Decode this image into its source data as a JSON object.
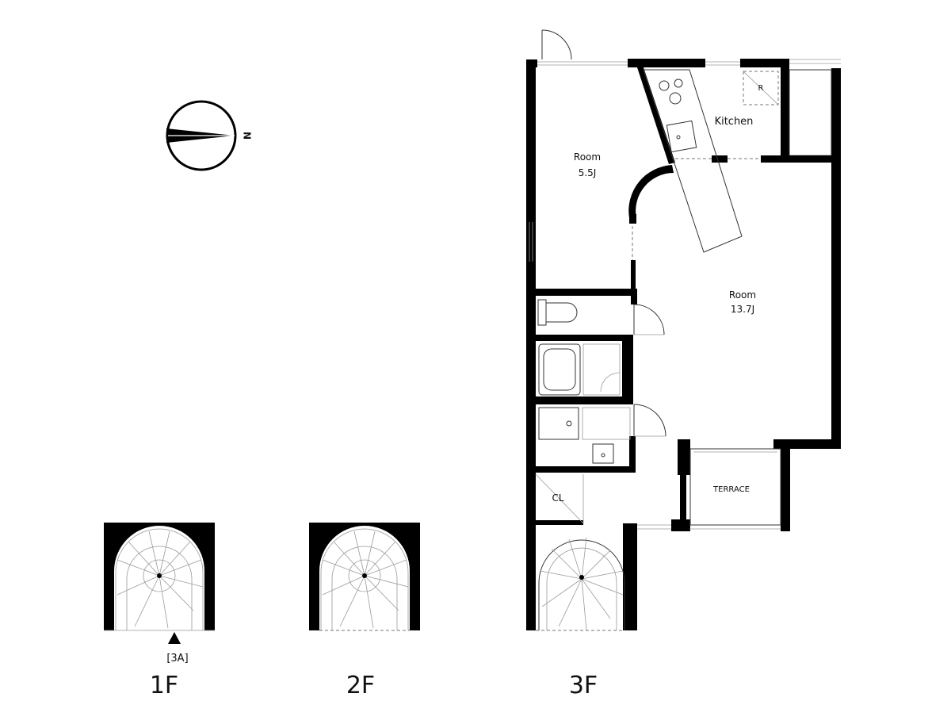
{
  "compass": {
    "north_label": "N",
    "icon": "north-arrow-icon"
  },
  "rooms": {
    "room_small": {
      "name": "Room",
      "size": "5.5J"
    },
    "kitchen": {
      "name": "Kitchen",
      "fridge_mark": "R"
    },
    "room_large": {
      "name": "Room",
      "size": "13.7J"
    },
    "closet": {
      "name": "CL"
    },
    "terrace": {
      "name": "TERRACE"
    }
  },
  "floors": [
    {
      "label": "1F",
      "entrance_label": "[3A]"
    },
    {
      "label": "2F"
    },
    {
      "label": "3F"
    }
  ]
}
